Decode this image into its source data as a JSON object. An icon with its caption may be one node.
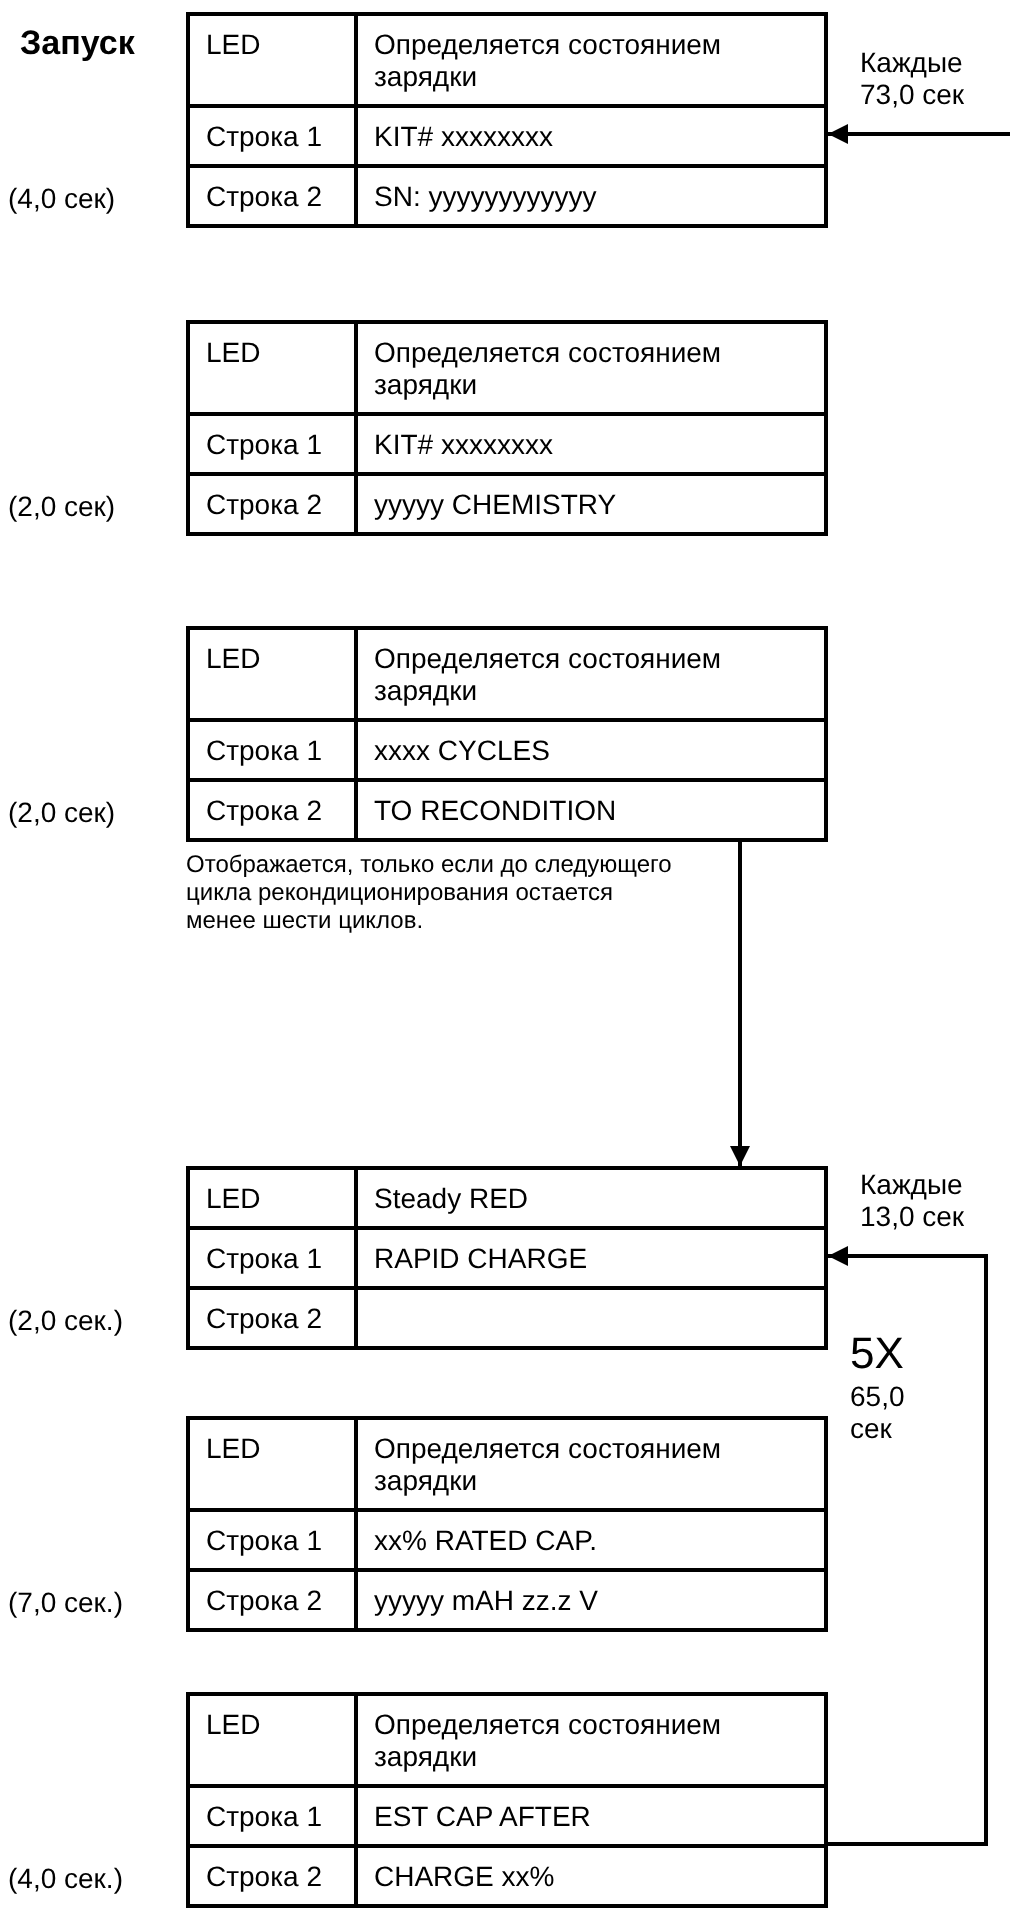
{
  "diagram": {
    "nodes": [
      {
        "text": [
          "LED",
          "Определяется состоянием зарядки",
          "Строка 1",
          "KIT# xxxxxxxx",
          "Строка 2",
          "SN: yyyyyyyyyyyy"
        ],
        "beside": [
          "(4,0 сек)"
        ]
      },
      {
        "text": [
          "LED",
          "Определяется состоянием зарядки",
          "Строка 1",
          "KIT# xxxxxxxx",
          "Строка 2",
          "yyyyy CHEMISTRY"
        ],
        "beside": [
          "(2,0 сек)"
        ]
      },
      {
        "text": [
          "LED",
          "Определяется состоянием зарядки",
          "Строка 1",
          "xxxx CYCLES",
          "Строка 2",
          "TO RECONDITION"
        ],
        "beside": [
          "(2,0 сек)",
          "Отображается, только если до следующего цикла рекондиционирования остается менее шести циклов."
        ]
      },
      {
        "text": [
          "LED",
          "Steady RED",
          "Строка 1",
          "RAPID CHARGE",
          "Строка 2"
        ],
        "beside": [
          "(2,0 сек.)"
        ]
      },
      {
        "text": [
          "LED",
          "Определяется состоянием зарядки",
          "Строка 1",
          "xx% RATED CAP.",
          "Строка 2",
          "yyyyy mAH zz.z V"
        ],
        "beside": [
          "(7,0 сек.)"
        ]
      },
      {
        "text": [
          "LED",
          "Определяется состоянием зарядки",
          "Строка 1",
          "EST CAP AFTER",
          "Строка 2",
          "CHARGE xx%"
        ],
        "beside": [
          "(4,0 сек.)"
        ]
      }
    ],
    "edges": [
      {
        "from": null,
        "to": 0,
        "arrow": "to",
        "label": "Каждые 73,0 сек"
      },
      {
        "from": 2,
        "to": 3,
        "arrow": "to"
      },
      {
        "from": 5,
        "to": 3,
        "arrow": "to",
        "label": "Каждые 13,0 сек"
      }
    ],
    "labels": [
      "Запуск",
      "5X",
      "65,0 сек"
    ]
  }
}
